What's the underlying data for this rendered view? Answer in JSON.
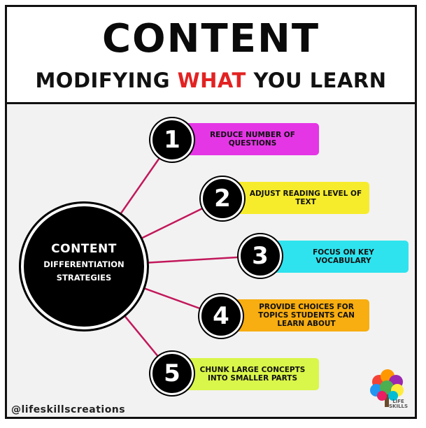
{
  "header": {
    "title": "CONTENT",
    "subtitle_pre": "MODIFYING ",
    "subtitle_highlight": "WHAT",
    "subtitle_post": " YOU LEARN"
  },
  "hub": {
    "title": "CONTENT",
    "subtitle_line1": "DIFFERENTIATION",
    "subtitle_line2": "STRATEGIES"
  },
  "strategies": [
    {
      "number": "1",
      "text": "REDUCE NUMBER OF QUESTIONS",
      "color": "#e536e6"
    },
    {
      "number": "2",
      "text": "ADJUST READING LEVEL OF TEXT",
      "color": "#f6ec2c"
    },
    {
      "number": "3",
      "text": "FOCUS ON KEY VOCABULARY",
      "color": "#2ee3ee"
    },
    {
      "number": "4",
      "text": "PROVIDE CHOICES FOR TOPICS STUDENTS CAN LEARN ABOUT",
      "color": "#f8ad10"
    },
    {
      "number": "5",
      "text": "CHUNK LARGE CONCEPTS INTO SMALLER PARTS",
      "color": "#d9f64a"
    }
  ],
  "colors": {
    "connector": "#c2185b",
    "highlight": "#e32222"
  },
  "footer": {
    "handle": "@lifeskillscreations"
  },
  "logo": {
    "name": "life-skills-tree-logo",
    "text_line1": "LIFE",
    "text_line2": "SKILLS"
  }
}
